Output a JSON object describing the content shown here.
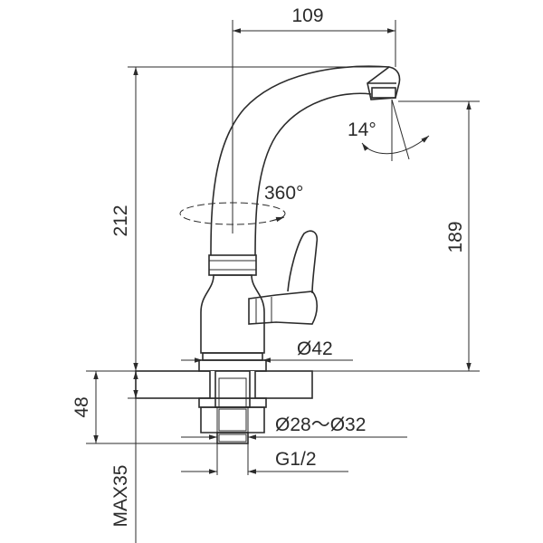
{
  "drawing": {
    "dim_spout_reach": "109",
    "dim_total_height": "212",
    "dim_spout_height": "189",
    "dim_spout_angle": "14°",
    "dim_rotation": "360°",
    "dim_body_diameter": "Ø42",
    "dim_hole_diameter": "Ø28～Ø32",
    "dim_deck_thickness": "48",
    "dim_thread": "G1/2",
    "dim_max_shank": "MAX35"
  }
}
